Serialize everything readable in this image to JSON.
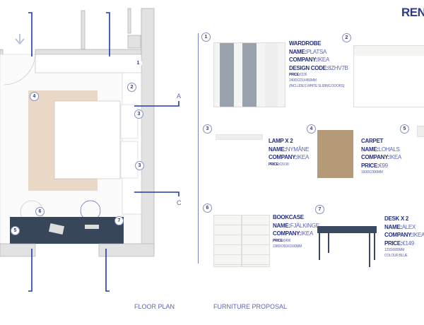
{
  "title": "RENE",
  "footer": {
    "floor_plan": "FLOOR PLAN",
    "furniture_proposal": "FURNITURE PROPOSAL"
  },
  "plan": {
    "markers": [
      "1",
      "2",
      "3",
      "3",
      "4",
      "5",
      "6",
      "7"
    ],
    "section_a": "A",
    "section_c": "C"
  },
  "items": [
    {
      "num": "1",
      "category": "WARDROBE",
      "name": "PLATSA",
      "company": "IKEA",
      "design_code": "8ZHV7B",
      "price": "€226",
      "dims": "2400X221X450MM",
      "note": "(INCLUDES WHITE SLIDING DOORS)"
    },
    {
      "num": "2"
    },
    {
      "num": "3",
      "category": "LAMP X 2",
      "name": "NYMÅNE",
      "company": "IKEA",
      "price": "€29.90"
    },
    {
      "num": "4",
      "category": "CARPET",
      "name": "LOHALS",
      "company": "IKEA",
      "price": "€99",
      "dims": "1600X2300MM"
    },
    {
      "num": "5"
    },
    {
      "num": "6",
      "category": "BOOKCASE",
      "name": "FJÄLKINGE",
      "company": "IKEA",
      "price": "€496",
      "dims": "2380X350X1930MM"
    },
    {
      "num": "7",
      "category": "DESK X 2",
      "name": "ALEX",
      "company": "IKEA",
      "price": "€149",
      "dims": "1210X600MM",
      "colour": "COLOUR BLUE"
    }
  ],
  "labels": {
    "name": "NAME:",
    "company": "COMPANY:",
    "design_code": "DESIGN CODE:",
    "price": "PRICE:"
  }
}
